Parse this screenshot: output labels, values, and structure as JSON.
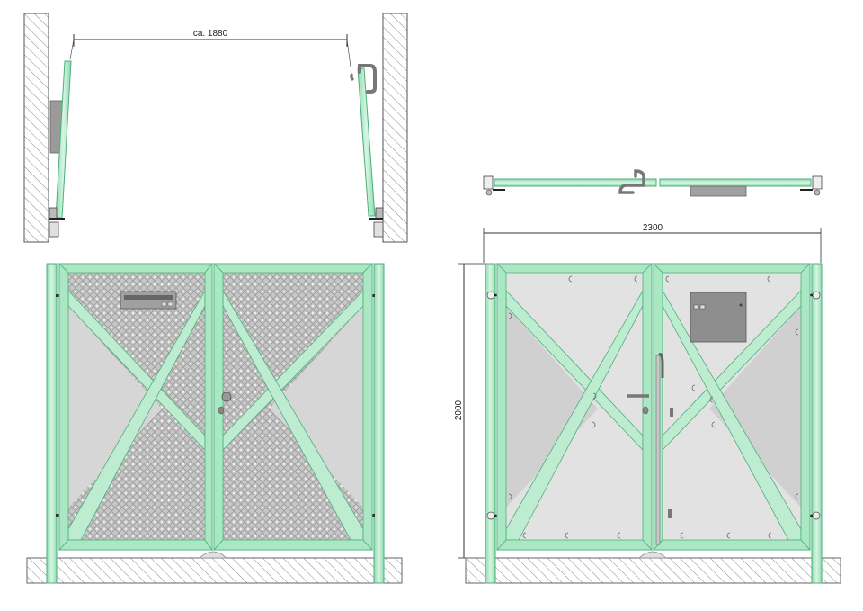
{
  "dimensions": {
    "opening_width": "ca. 1880",
    "gate_width": "2300",
    "gate_height": "2000"
  },
  "colors": {
    "frame_fill": "#a9e8c2",
    "frame_stroke": "#4caf7a",
    "panel_fill": "#d6d6d6",
    "mesh_fill": "#c4c4c4",
    "hatch_stroke": "#888888",
    "hardware": "#777777",
    "dim_line": "#333333"
  },
  "views": [
    {
      "id": "left-plan",
      "label": "plan view, open leaves between walls"
    },
    {
      "id": "left-elevation",
      "label": "front elevation, perforated mesh panels with letterbox"
    },
    {
      "id": "right-plan",
      "label": "plan view, closed leaves"
    },
    {
      "id": "right-elevation",
      "label": "rear elevation, flat panels with box"
    }
  ]
}
